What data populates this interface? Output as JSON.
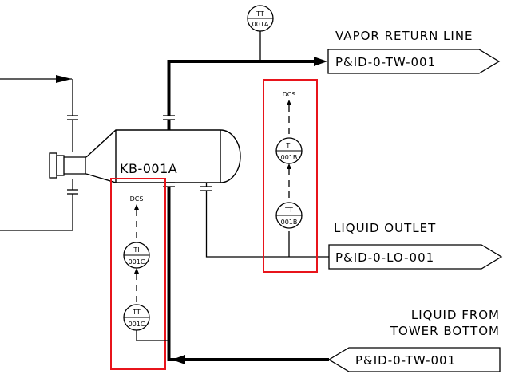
{
  "vessel": {
    "tag": "KB-001A"
  },
  "connectors": {
    "vapor_return": {
      "title": "VAPOR RETURN LINE",
      "ref": "P&ID-0-TW-001"
    },
    "liquid_outlet": {
      "title": "LIQUID OUTLET",
      "ref": "P&ID-0-LO-001"
    },
    "liquid_from": {
      "title_line1": "LIQUID FROM",
      "title_line2": "TOWER BOTTOM",
      "ref": "P&ID-0-TW-001"
    }
  },
  "instruments": {
    "tt_001a": {
      "type": "TT",
      "number": "001A"
    },
    "ti_001b": {
      "type": "TI",
      "number": "001B"
    },
    "tt_001b": {
      "type": "TT",
      "number": "001B"
    },
    "ti_001c": {
      "type": "TI",
      "number": "001C"
    },
    "tt_001c": {
      "type": "TT",
      "number": "001C"
    },
    "dcs_b": "DCS",
    "dcs_c": "DCS"
  },
  "colors": {
    "line": "#000000",
    "highlight": "#e8141b",
    "background": "#ffffff"
  }
}
